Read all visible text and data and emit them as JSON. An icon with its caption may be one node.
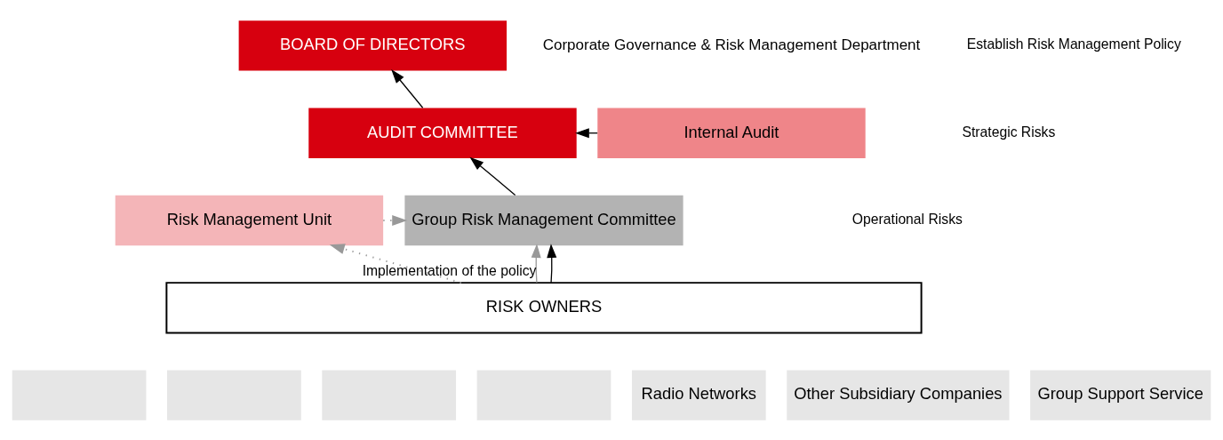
{
  "diagram": {
    "nodes": [
      {
        "text": [
          "BOARD OF DIRECTORS"
        ]
      },
      {
        "text": [
          "Internal Audit"
        ]
      },
      {
        "text": [
          "AUDIT COMMITTEE"
        ]
      },
      {
        "text": [
          "Risk Management Unit"
        ]
      },
      {
        "text": [
          "Group Risk Management Committee"
        ]
      },
      {
        "text": [
          "RISK OWNERS"
        ]
      },
      {
        "text": [],
        "shape": "box"
      },
      {
        "text": [],
        "shape": "box"
      },
      {
        "text": [],
        "shape": "box"
      },
      {
        "text": [],
        "shape": "box"
      },
      {
        "text": [
          "Radio Networks"
        ]
      },
      {
        "text": [
          "Other Subsidiary Companies"
        ]
      },
      {
        "text": [
          "Group Support Service"
        ]
      }
    ],
    "edges": [
      {
        "from": 2,
        "to": 0,
        "arrow": "to"
      },
      {
        "from": 1,
        "to": 2,
        "arrow": "to"
      },
      {
        "from": 4,
        "to": 2,
        "arrow": "to"
      },
      {
        "from": 3,
        "to": 4,
        "arrow": "to",
        "style": "dashed",
        "color": "#999999"
      },
      {
        "from": 5,
        "to": 4,
        "arrow": "to",
        "label": "Implementation of the policy",
        "color": "#999999"
      },
      {
        "from": 5,
        "to": 4,
        "arrow": "to"
      },
      {
        "from": 5,
        "to": 3,
        "arrow": "to",
        "style": "dashed",
        "color": "#999999"
      }
    ],
    "labels": [
      "Corporate Governance & Risk Management Department",
      "Establish Risk Management Policy",
      "Strategic Risks",
      "Operational Risks"
    ]
  }
}
